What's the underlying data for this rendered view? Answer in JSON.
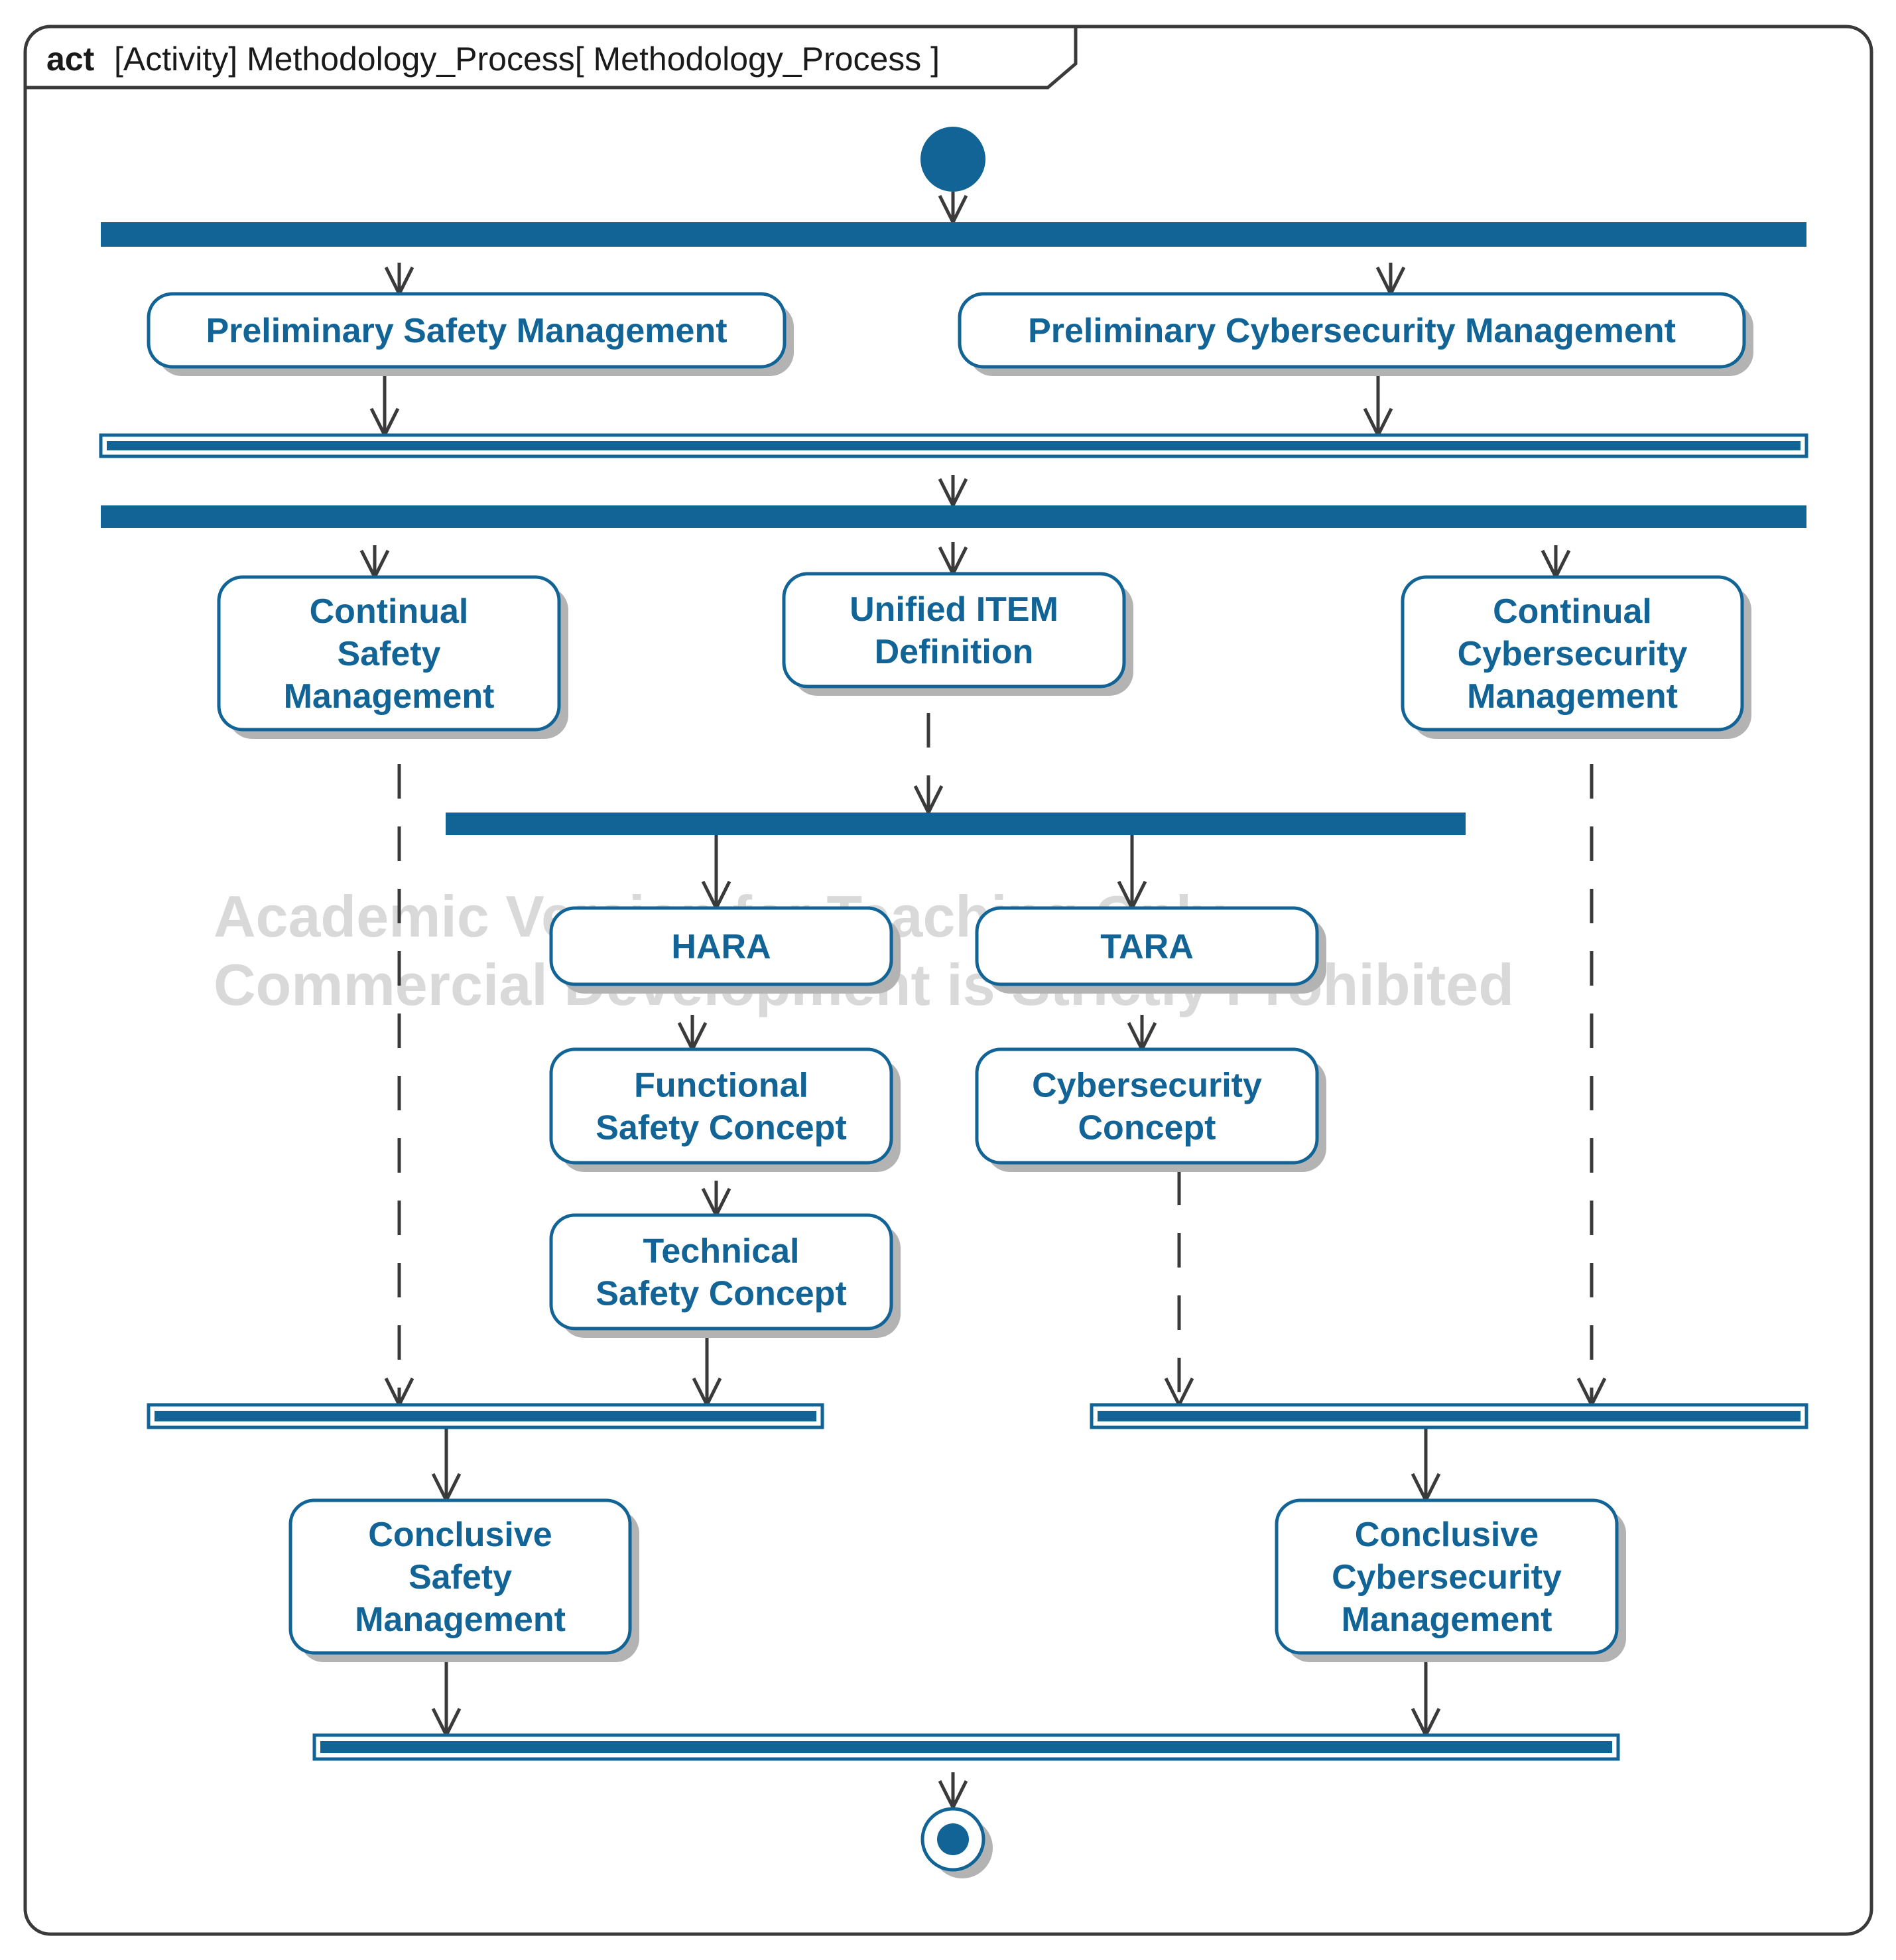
{
  "frame": {
    "keyword": "act",
    "label": "[Activity]  Methodology_Process[  Methodology_Process ]"
  },
  "watermark": {
    "line1": "Academic Version for Teaching Only",
    "line2": "Commercial Development is Strictly Prohibited"
  },
  "actions": {
    "prelim_safety": [
      "Preliminary Safety Management"
    ],
    "prelim_cyber": [
      "Preliminary Cybersecurity Management"
    ],
    "continual_safety": [
      "Continual",
      "Safety",
      "Management"
    ],
    "unified_item": [
      "Unified ITEM",
      "Definition"
    ],
    "continual_cyber": [
      "Continual",
      "Cybersecurity",
      "Management"
    ],
    "hara": [
      "HARA"
    ],
    "tara": [
      "TARA"
    ],
    "functional_safety": [
      "Functional",
      "Safety Concept"
    ],
    "cyber_concept": [
      "Cybersecurity",
      "Concept"
    ],
    "technical_safety": [
      "Technical",
      "Safety Concept"
    ],
    "conclusive_safety": [
      "Conclusive",
      "Safety",
      "Management"
    ],
    "conclusive_cyber": [
      "Conclusive",
      "Cybersecurity",
      "Management"
    ]
  },
  "colors": {
    "accent": "#116495",
    "shadow": "#b3b3b3",
    "edge": "#3a3a3a",
    "watermark": "#d9d9d9"
  }
}
